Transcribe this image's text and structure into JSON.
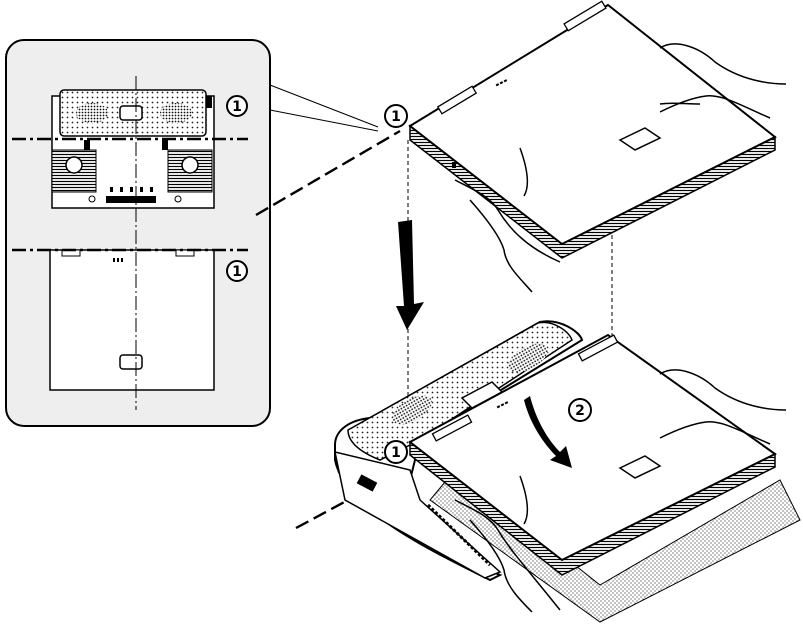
{
  "diagram": {
    "callouts": {
      "inset_upper": "1",
      "inset_lower": "1",
      "top_device": "1",
      "bottom_device": "1",
      "rotation_step": "2"
    },
    "colors": {
      "ink": "#000000",
      "paper": "#ffffff",
      "inset_fill": "#eeeeee",
      "speaker_dot": "#555555"
    }
  }
}
